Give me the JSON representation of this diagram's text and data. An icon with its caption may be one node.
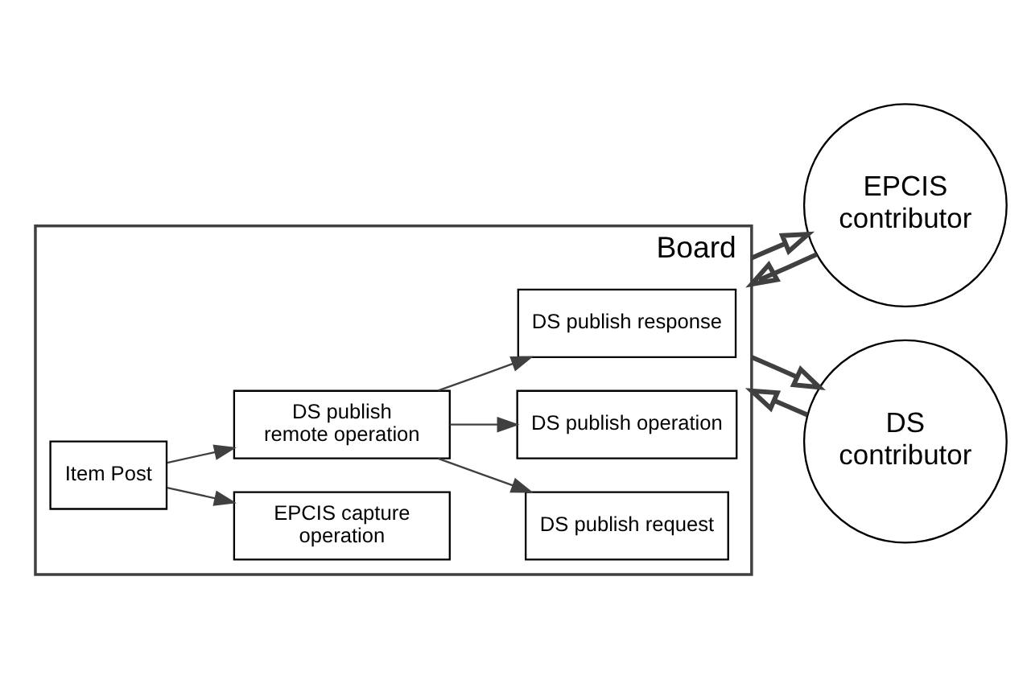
{
  "diagram": {
    "nodes": [
      {
        "text": [
          "Board"
        ]
      },
      {
        "text": [
          "Item Post"
        ],
        "in": 0
      },
      {
        "text": [
          "EPCIS capture operation"
        ],
        "in": 0
      },
      {
        "text": [
          "DS publish remote operation"
        ],
        "in": 0
      },
      {
        "text": [
          "DS publish request"
        ],
        "in": 0
      },
      {
        "text": [
          "DS publish operation"
        ],
        "in": 0
      },
      {
        "text": [
          "DS publish response"
        ],
        "in": 0
      },
      {
        "text": [
          "EPCIS contributor"
        ]
      },
      {
        "text": [
          "DS contributor"
        ]
      }
    ],
    "edges": [
      {
        "from": 1,
        "to": 2,
        "arrow": "to"
      },
      {
        "from": 1,
        "to": 3,
        "arrow": "to"
      },
      {
        "from": 3,
        "to": 4,
        "arrow": "to"
      },
      {
        "from": 3,
        "to": 5,
        "arrow": "to"
      },
      {
        "from": 3,
        "to": 6,
        "arrow": "to"
      },
      {
        "from": 7,
        "to": 0,
        "arrow": "to",
        "style": "thick"
      },
      {
        "from": 0,
        "to": 7,
        "arrow": "to",
        "style": "thick"
      },
      {
        "from": 8,
        "to": 0,
        "arrow": "to",
        "style": "thick"
      },
      {
        "from": 0,
        "to": 8,
        "arrow": "to",
        "style": "thick"
      }
    ]
  }
}
